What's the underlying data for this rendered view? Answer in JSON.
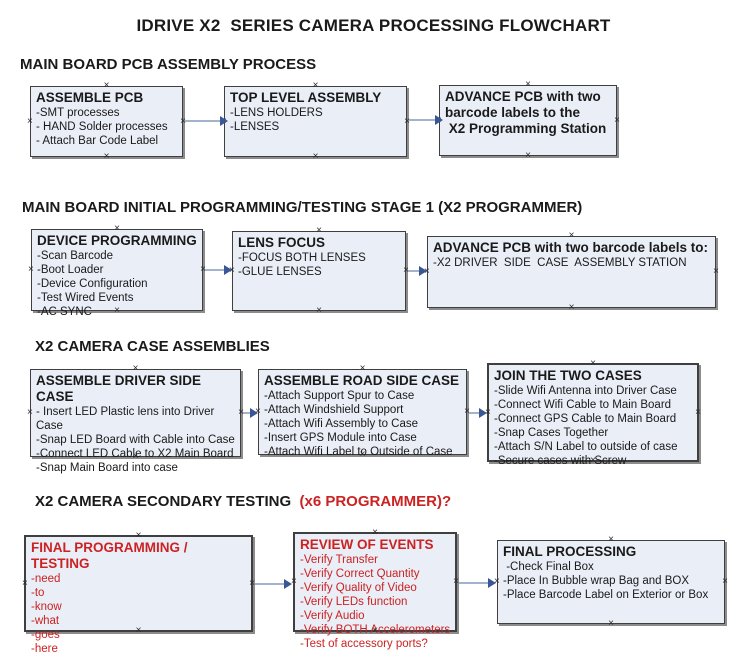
{
  "title": "IDRIVE X2  SERIES CAMERA PROCESSING FLOWCHART",
  "colors": {
    "box_fill": "#e9eef7",
    "box_border": "#3f3f3f",
    "box_shadow": "#8c8c8c",
    "arrow_line": "#a4b3cd",
    "arrow_head": "#3a5795",
    "accent_red": "#cc2222",
    "text_black": "#1a1a1a"
  },
  "sections": [
    {
      "heading": "MAIN BOARD PCB ASSEMBLY PROCESS",
      "boxes": [
        {
          "title": "ASSEMBLE PCB",
          "lines": [
            "-SMT processes",
            "- HAND Solder processes",
            "- Attach Bar Code Label"
          ]
        },
        {
          "title": "TOP LEVEL ASSEMBLY",
          "lines": [
            "-LENS HOLDERS",
            "-LENSES"
          ]
        },
        {
          "title": "ADVANCE PCB with two\nbarcode labels to the\n X2 Programming Station",
          "lines": []
        }
      ]
    },
    {
      "heading": "MAIN BOARD INITIAL PROGRAMMING/TESTING STAGE 1 (X2 PROGRAMMER)",
      "boxes": [
        {
          "title": "DEVICE PROGRAMMING",
          "lines": [
            "-Scan Barcode",
            "-Boot Loader",
            "-Device Configuration",
            "-Test Wired Events",
            "-AC SYNC"
          ]
        },
        {
          "title": "LENS FOCUS",
          "lines": [
            "-FOCUS BOTH LENSES",
            "-GLUE LENSES"
          ]
        },
        {
          "title": "ADVANCE PCB with two barcode labels to:",
          "lines": [
            "-X2 DRIVER  SIDE  CASE  ASSEMBLY STATION"
          ]
        }
      ]
    },
    {
      "heading": "X2 CAMERA CASE ASSEMBLIES",
      "boxes": [
        {
          "title": "ASSEMBLE DRIVER SIDE CASE",
          "lines": [
            "- Insert LED Plastic lens into Driver Case",
            "-Snap LED Board with Cable into Case",
            "-Connect LED Cable to X2 Main Board",
            "-Snap Main Board into case"
          ]
        },
        {
          "title": "ASSEMBLE ROAD SIDE CASE",
          "lines": [
            "-Attach Support Spur to Case",
            "-Attach Windshield Support",
            "-Attach Wifi Assembly to Case",
            "-Insert GPS Module into Case",
            "-Attach Wifi Label to Outside of Case"
          ]
        },
        {
          "title": "JOIN THE TWO CASES",
          "lines": [
            "-Slide Wifi Antenna into Driver Case",
            "-Connect Wifi Cable to Main Board",
            "-Connect GPS Cable to Main Board",
            "-Snap Cases Together",
            "-Attach S/N Label to outside of case",
            "-Secure cases with Screw"
          ]
        }
      ]
    },
    {
      "heading": "X2 CAMERA SECONDARY TESTING ",
      "heading_red": " (x6 PROGRAMMER)?",
      "boxes": [
        {
          "title": "FINAL PROGRAMMING / TESTING",
          "lines": [
            "-need",
            "-to",
            "-know",
            "-what",
            "-goes",
            "-here"
          ]
        },
        {
          "title": "REVIEW OF EVENTS",
          "lines": [
            "-Verify Transfer",
            "-Verify Correct Quantity",
            "-Verify Quality of Video",
            "-Verify LEDs function",
            "-Verify Audio",
            "-Verify BOTH Accelerometers",
            "-Test of accessory ports?"
          ]
        },
        {
          "title": "FINAL PROCESSING",
          "lines": [
            " -Check Final Box",
            "-Place In Bubble wrap Bag and BOX",
            "-Place Barcode Label on Exterior or Box"
          ]
        }
      ]
    }
  ]
}
